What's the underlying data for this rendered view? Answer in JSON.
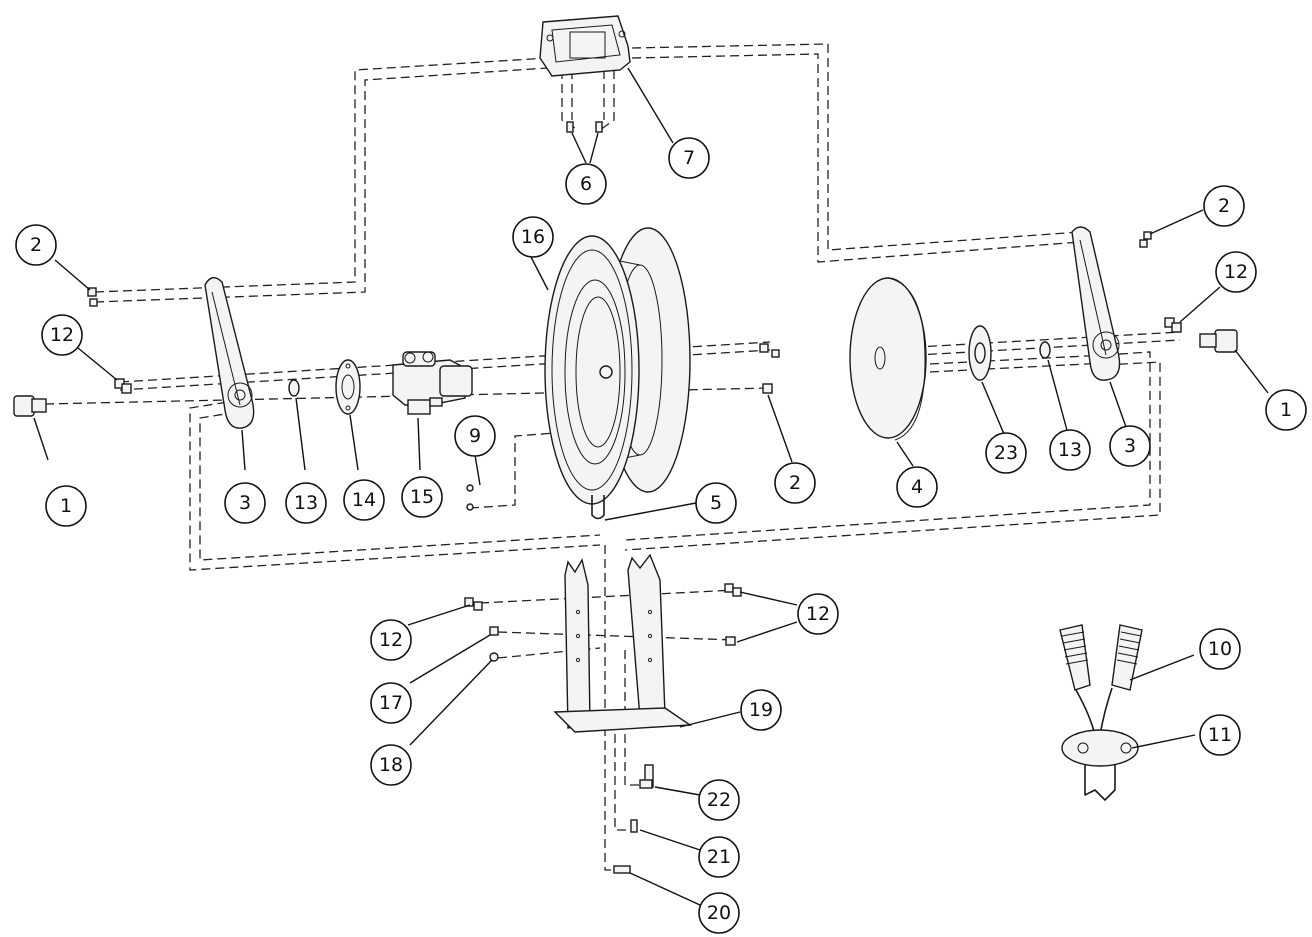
{
  "diagram": {
    "type": "exploded-parts-diagram",
    "callouts": [
      {
        "id": "c-1a",
        "label": "1"
      },
      {
        "id": "c-1b",
        "label": "1"
      },
      {
        "id": "c-2a",
        "label": "2"
      },
      {
        "id": "c-2b",
        "label": "2"
      },
      {
        "id": "c-2c",
        "label": "2"
      },
      {
        "id": "c-3a",
        "label": "3"
      },
      {
        "id": "c-3b",
        "label": "3"
      },
      {
        "id": "c-4",
        "label": "4"
      },
      {
        "id": "c-5",
        "label": "5"
      },
      {
        "id": "c-6",
        "label": "6"
      },
      {
        "id": "c-7",
        "label": "7"
      },
      {
        "id": "c-9",
        "label": "9"
      },
      {
        "id": "c-10",
        "label": "10"
      },
      {
        "id": "c-11",
        "label": "11"
      },
      {
        "id": "c-12a",
        "label": "12"
      },
      {
        "id": "c-12b",
        "label": "12"
      },
      {
        "id": "c-12c",
        "label": "12"
      },
      {
        "id": "c-12d",
        "label": "12"
      },
      {
        "id": "c-13a",
        "label": "13"
      },
      {
        "id": "c-13b",
        "label": "13"
      },
      {
        "id": "c-14",
        "label": "14"
      },
      {
        "id": "c-15",
        "label": "15"
      },
      {
        "id": "c-16",
        "label": "16"
      },
      {
        "id": "c-17",
        "label": "17"
      },
      {
        "id": "c-18",
        "label": "18"
      },
      {
        "id": "c-19",
        "label": "19"
      },
      {
        "id": "c-20",
        "label": "20"
      },
      {
        "id": "c-21",
        "label": "21"
      },
      {
        "id": "c-22",
        "label": "22"
      },
      {
        "id": "c-23",
        "label": "23"
      }
    ]
  }
}
